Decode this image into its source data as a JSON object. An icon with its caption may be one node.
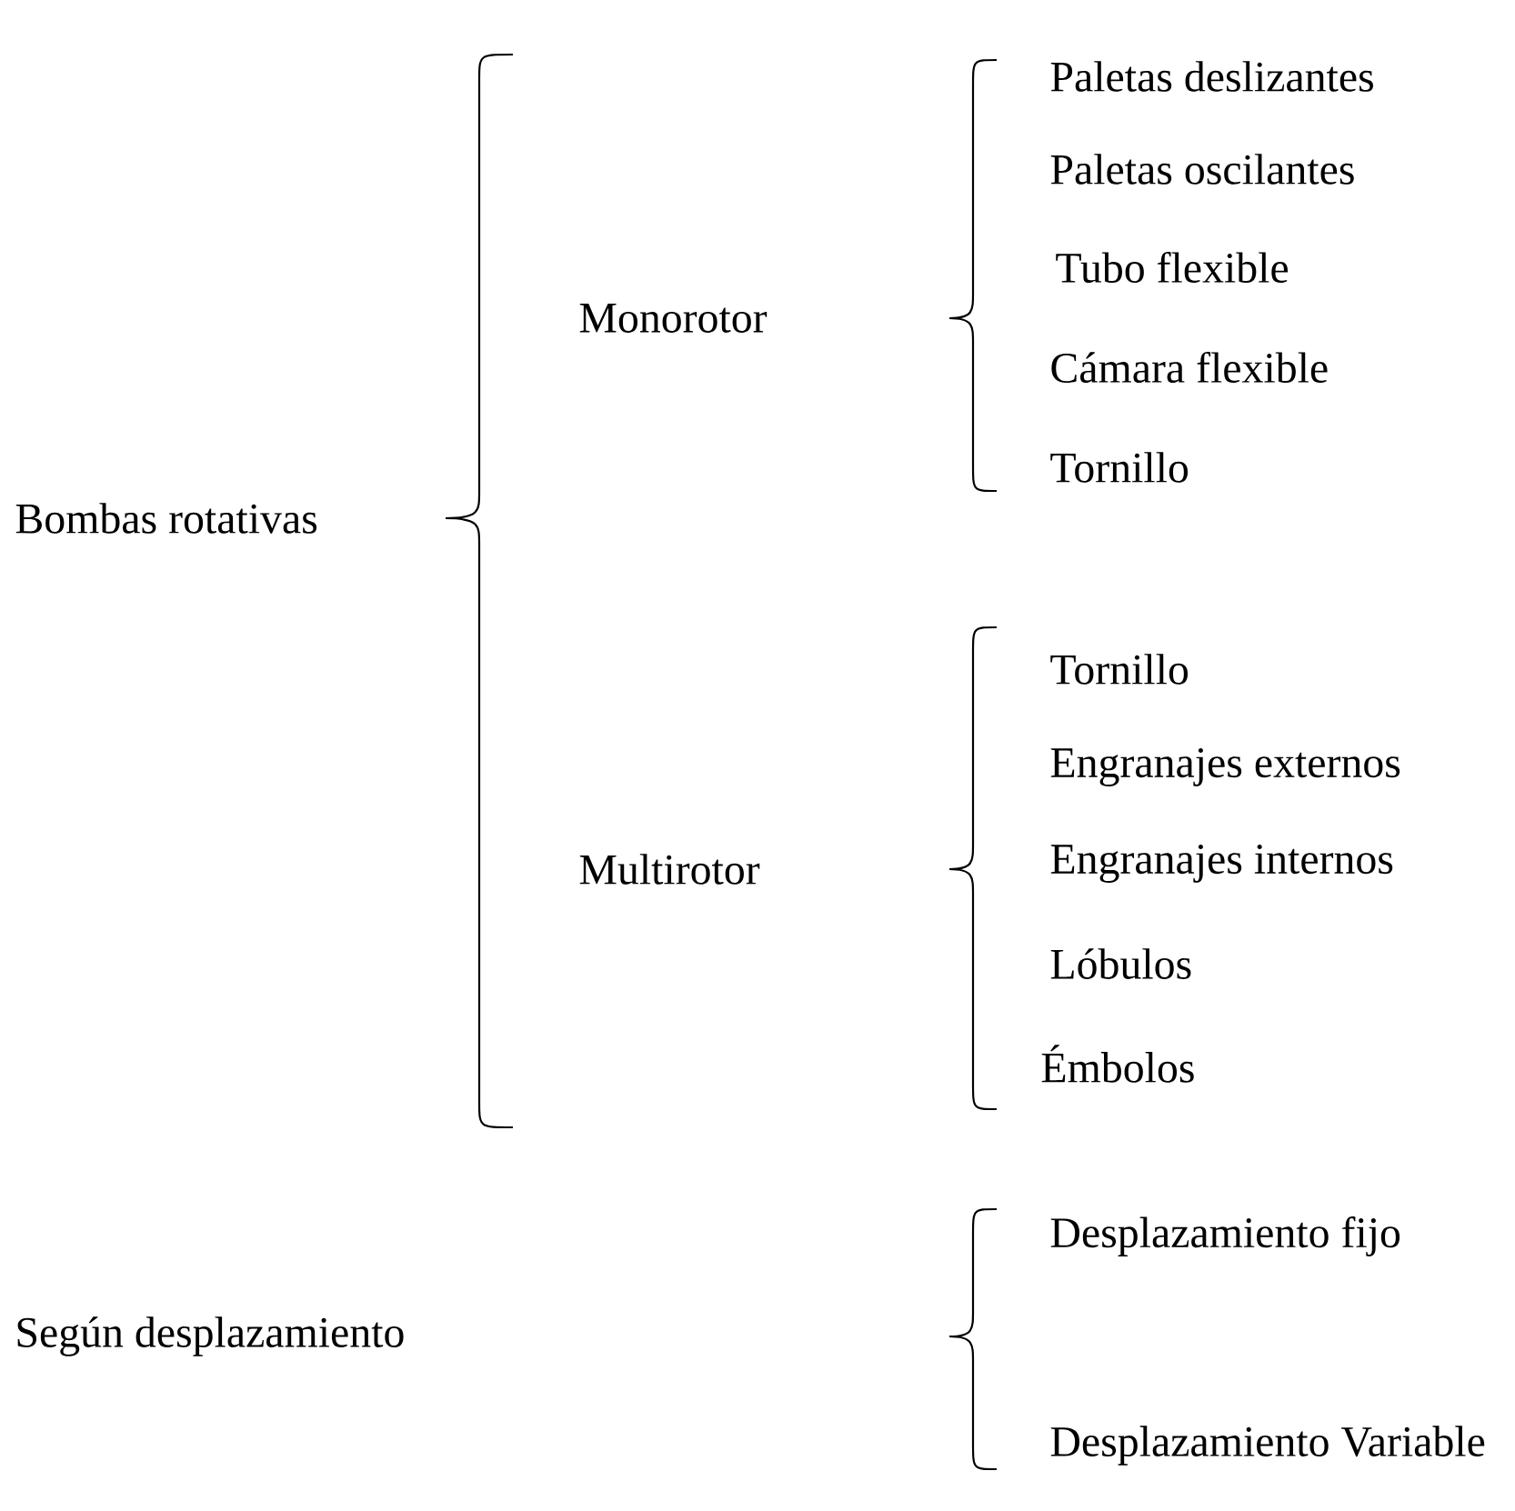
{
  "diagram": {
    "labels": [
      "Paletas deslizantes",
      "Paletas oscilantes",
      "Monorotor",
      "Tubo flexible",
      "Cámara flexible",
      "Tornillo",
      "Bombas rotativas",
      "Tornillo",
      "Engranajes externos",
      "Multirotor",
      "Engranajes internos",
      "Lóbulos",
      "Émbolos",
      "Desplazamiento fijo",
      "Según desplazamiento",
      "Desplazamiento Variable"
    ]
  }
}
